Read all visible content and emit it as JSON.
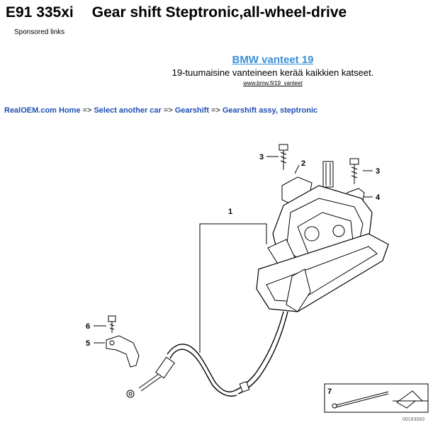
{
  "page": {
    "model": "E91 335xi",
    "heading": "Gear shift Steptronic,all-wheel-drive",
    "sponsored_label": "Sponsored links"
  },
  "ad": {
    "title": "BMW vanteet 19",
    "description": "19-tuumaisine vanteineen kerää kaikkien katseet.",
    "url": "www.bmw.fi/19_vanteet"
  },
  "breadcrumb": {
    "items": [
      "RealOEM.com Home",
      "Select another car",
      "Gearshift",
      "Gearshift assy, steptronic"
    ],
    "separator": "=>"
  },
  "diagram": {
    "callouts": [
      "1",
      "2",
      "3",
      "3",
      "4",
      "5",
      "6",
      "7"
    ],
    "image_id": "00183083"
  }
}
